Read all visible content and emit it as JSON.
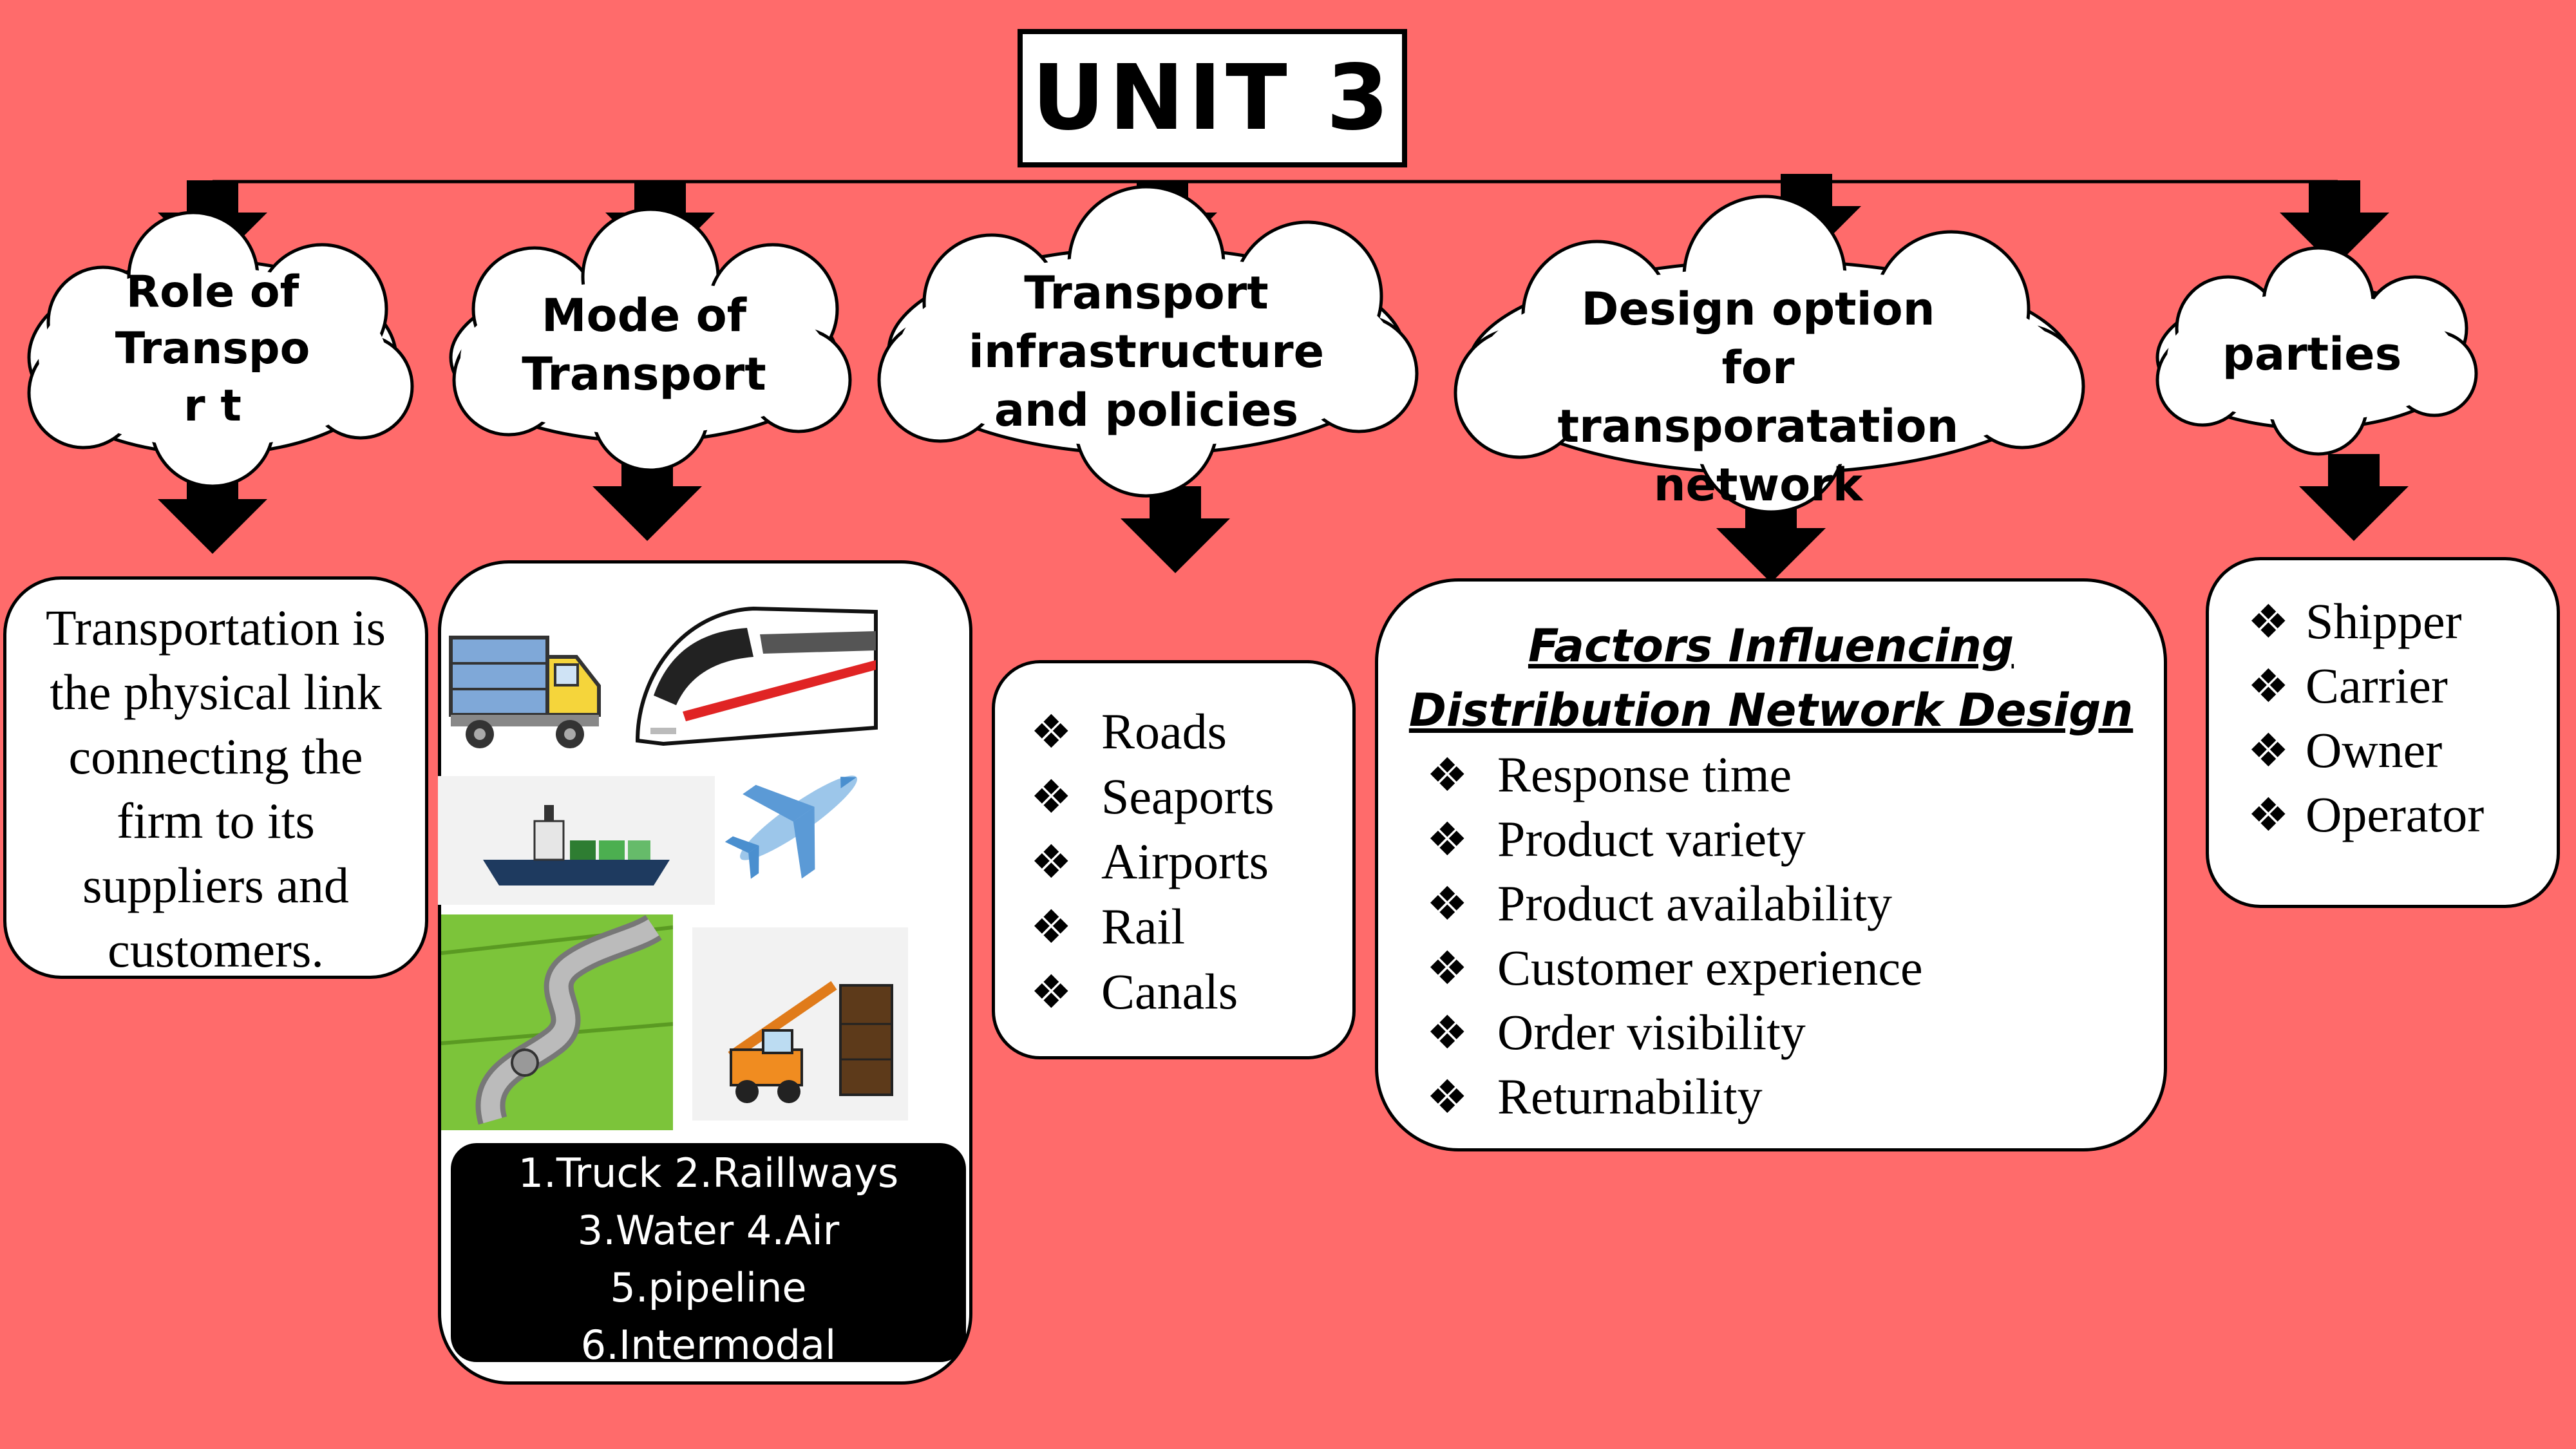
{
  "title": "UNIT 3",
  "branches": {
    "role": {
      "label": "Role of Transpor t",
      "description": "Transportation is the physical link connecting the firm to its suppliers and customers."
    },
    "mode": {
      "label": "Mode of Transport",
      "caption_lines": [
        "1.Truck 2.Raillways",
        "3.Water 4.Air",
        "5.pipeline",
        "6.Intermodal"
      ]
    },
    "infrastructure": {
      "label": "Transport infrastructure and policies",
      "items": [
        "Roads",
        "Seaports",
        "Airports",
        "Rail",
        "Canals"
      ]
    },
    "design": {
      "label": "Design option for transporatation network",
      "heading_line1": "Factors Influencing",
      "heading_line2": "Distribution Network Design",
      "items": [
        "Response time",
        "Product variety",
        "Product availability",
        "Customer experience",
        "Order visibility",
        "Returnability"
      ]
    },
    "parties": {
      "label": "parties",
      "items": [
        "Shipper",
        "Carrier",
        "Owner",
        "Operator"
      ]
    }
  },
  "bullet_symbol": "❖",
  "colors": {
    "background": "#ff6b6b",
    "box": "#ffffff",
    "arrow": "#000000"
  },
  "icons": [
    "truck-icon",
    "train-icon",
    "ship-icon",
    "airplane-icon",
    "pipeline-icon",
    "crane-icon"
  ]
}
